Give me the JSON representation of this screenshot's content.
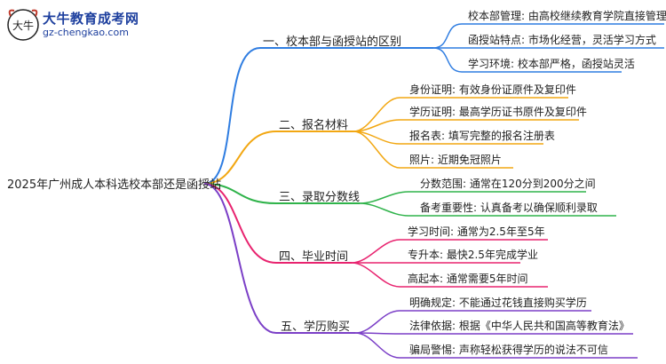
{
  "logo": {
    "title": "大牛教育成考网",
    "url": "gz-chengkao.com",
    "badge": "大牛"
  },
  "root": "2025年广州成人本科选校本部还是函授站",
  "branches": [
    {
      "label": "一、校本部与函授站的区别",
      "color": "#2f7de1",
      "leaves": [
        "校本部管理: 由高校继续教育学院直接管理",
        "函授站特点: 市场化经营，灵活学习方式",
        "学习环境: 校本部严格，函授站灵活"
      ]
    },
    {
      "label": "二、报名材料",
      "color": "#f2a712",
      "leaves": [
        "身份证明: 有效身份证原件及复印件",
        "学历证明: 最高学历证书原件及复印件",
        "报名表: 填写完整的报名注册表",
        "照片: 近期免冠照片"
      ]
    },
    {
      "label": "三、录取分数线",
      "color": "#2fb34a",
      "leaves": [
        "分数范围: 通常在120分到200分之间",
        "备考重要性: 认真备考以确保顺利录取"
      ]
    },
    {
      "label": "四、毕业时间",
      "color": "#e8236f",
      "leaves": [
        "学习时间: 通常为2.5年至5年",
        "专升本: 最快2.5年完成学业",
        "高起本: 通常需要5年时间"
      ]
    },
    {
      "label": "五、学历购买",
      "color": "#7b3fc7",
      "leaves": [
        "明确规定: 不能通过花钱直接购买学历",
        "法律依据: 根据《中华人民共和国高等教育法》",
        "骗局警惕: 声称轻松获得学历的说法不可信"
      ]
    }
  ]
}
